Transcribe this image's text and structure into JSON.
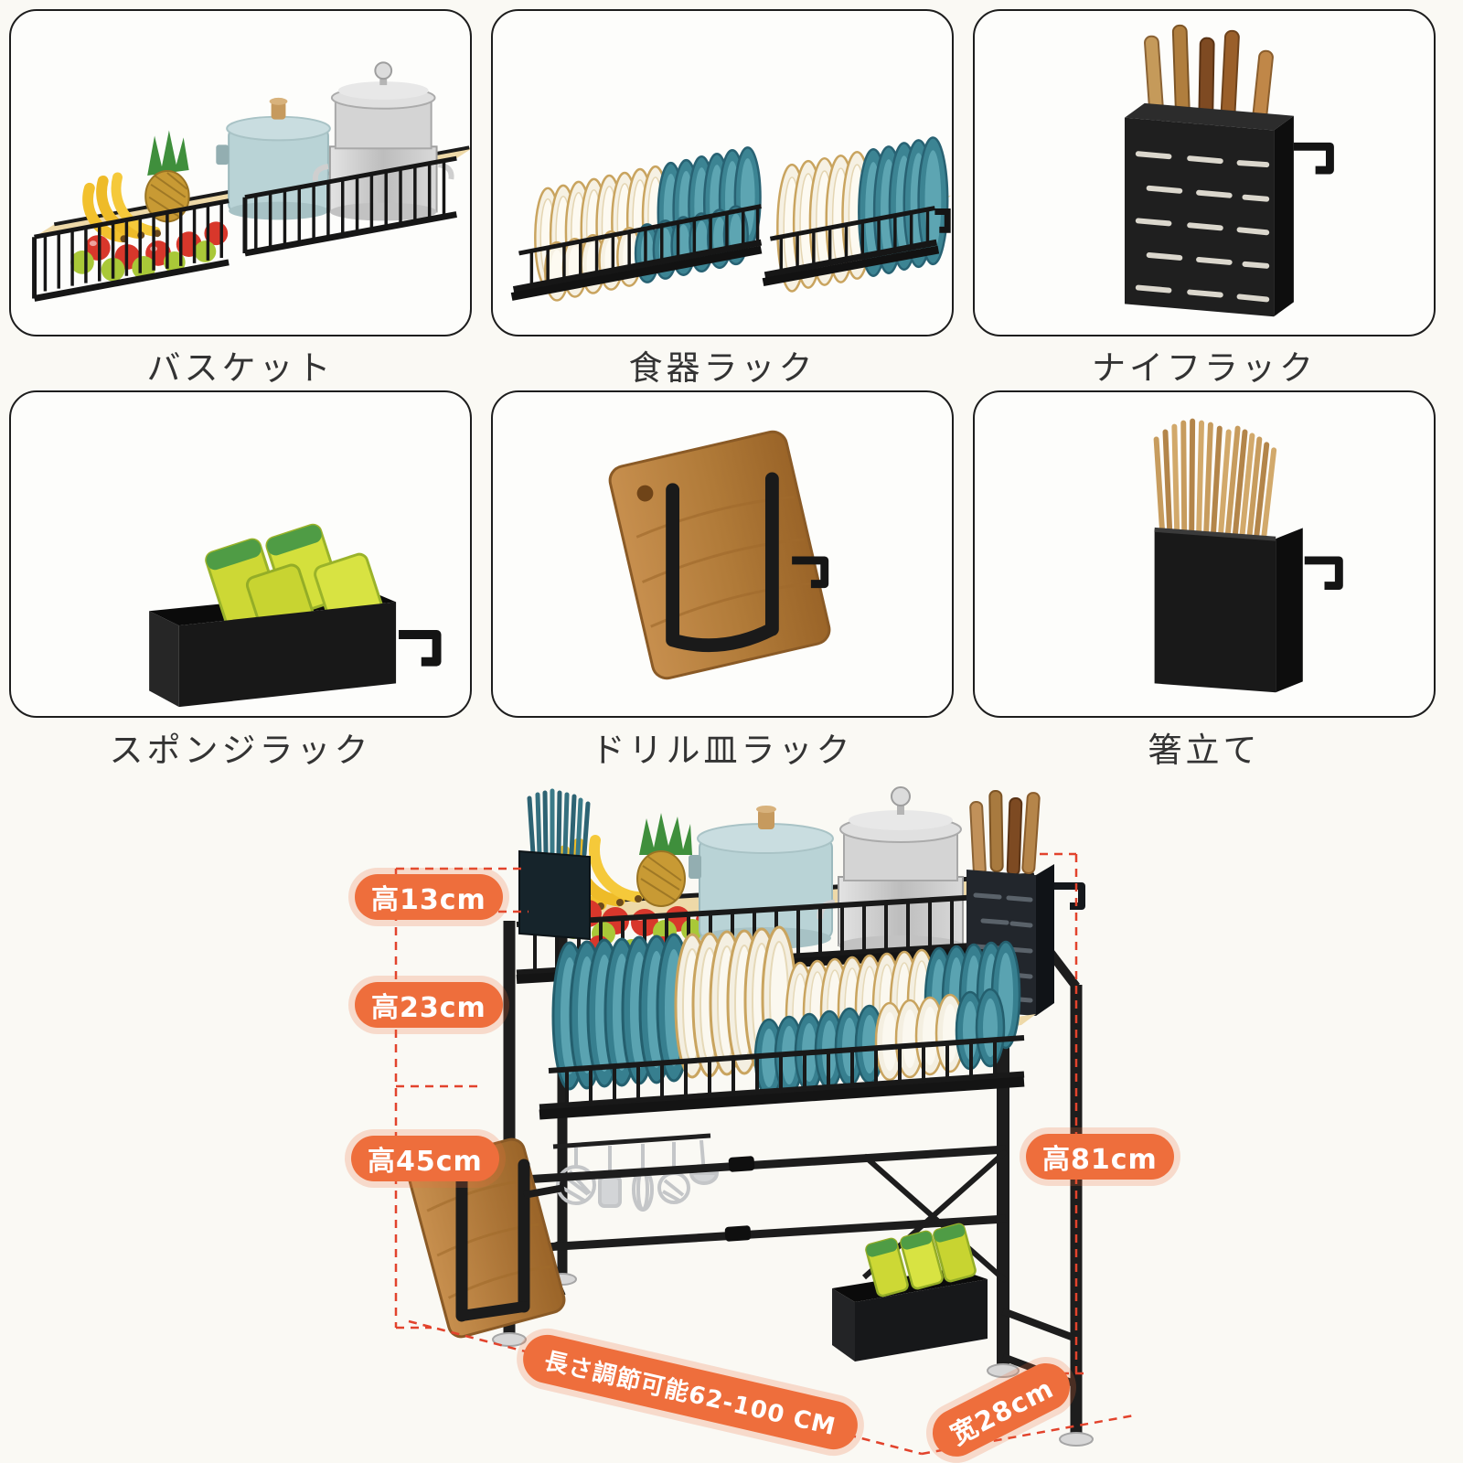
{
  "colors": {
    "accent_orange": "#ee6e3c",
    "dash_red": "#e2432c",
    "tile_border": "#1d1d1d",
    "metal_black": "#1e1e1e",
    "plate_teal": "#377f8f",
    "plate_white": "#f4efe1",
    "gold_rim": "#c9a45f",
    "pot_blue": "#b9d3d6",
    "steamer_silver": "#d4d4d4",
    "sponge_green": "#cdd835",
    "wood_brown": "#b57a3a",
    "basket_mat_tan": "#eed9a8"
  },
  "tiles": [
    {
      "id": "basket",
      "label": "バスケット",
      "icon": "fruit-basket-icon"
    },
    {
      "id": "dish-rack",
      "label": "食器ラック",
      "icon": "dish-rack-icon"
    },
    {
      "id": "knife-rack",
      "label": "ナイフラック",
      "icon": "knife-rack-icon"
    },
    {
      "id": "sponge-rack",
      "label": "スポンジラック",
      "icon": "sponge-rack-icon"
    },
    {
      "id": "board-rack",
      "label": "ドリル皿ラック",
      "icon": "cutting-board-rack-icon"
    },
    {
      "id": "chopstick-stand",
      "label": "箸立て",
      "icon": "chopstick-stand-icon"
    }
  ],
  "annotations": {
    "height_top": "高13cm",
    "height_middle": "高23cm",
    "height_lower": "高45cm",
    "height_total": "高81cm",
    "length_range": "長さ調節可能62-100 CM",
    "depth": "宽28cm"
  }
}
